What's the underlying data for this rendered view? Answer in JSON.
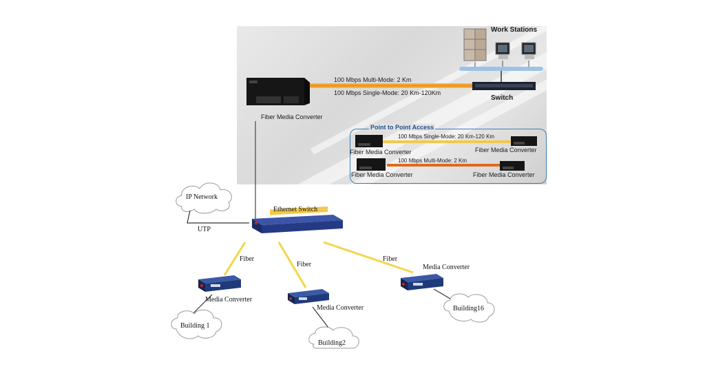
{
  "top_panel": {
    "work_stations_label": "Work Stations",
    "switch_label": "Switch",
    "fiber_media_converter_label": "Fiber Media Converter",
    "multimode_link_label": "100 Mbps Multi-Mode: 2 Km",
    "singlemode_link_label": "100 Mbps Single-Mode: 20 Km-120Km"
  },
  "point_to_point": {
    "title": "Point to Point Access",
    "row1": {
      "link_label": "100 Mbps Single-Mode: 20 Km-120 Km",
      "left_label": "Fiber Media Converter",
      "right_label": "Fiber Media Converter"
    },
    "row2": {
      "link_label": "100 Mbps Multi-Mode: 2 Km",
      "left_label": "Fiber Media Converter",
      "right_label": "Fiber Media Converter"
    }
  },
  "network": {
    "ip_network_label": "IP Network",
    "utp_label": "UTP",
    "ethernet_switch_label": "Ethernet Switch",
    "fiber_labels": [
      "Fiber",
      "Fiber",
      "Fiber"
    ],
    "media_converter_labels": [
      "Media Converter",
      "Media Converter",
      "Media Converter"
    ],
    "buildings": [
      "Building 1",
      "Building2",
      "Building16"
    ]
  },
  "colors": {
    "fiber_orange": "#f08a1c",
    "fiber_yellow": "#f3d64a",
    "device_blue": "#1f3a6e",
    "frame_blue": "#3b7fb3"
  }
}
